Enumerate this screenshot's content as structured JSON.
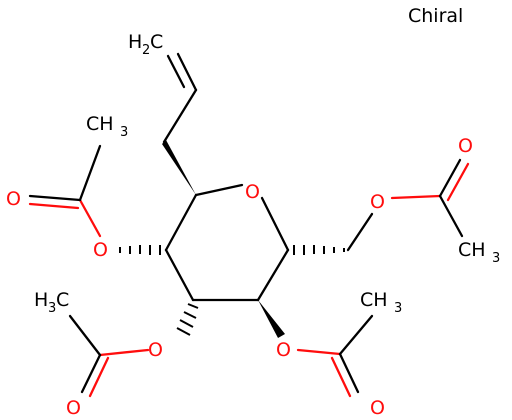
{
  "chirality_label": "Chiral",
  "labels": {
    "ring_oxygen": "O",
    "carbonyl_oxygen": "O",
    "ester_oxygen": "O",
    "methyl": "CH",
    "methyl_rev_h": "H",
    "methyl_rev_c": "C",
    "subscript_3": "3",
    "vinyl_h": "H",
    "vinyl_c": "C",
    "subscript_2": "2"
  },
  "colors": {
    "carbon": "#000000",
    "oxygen": "#ff0d0d",
    "background": "#ffffff"
  }
}
